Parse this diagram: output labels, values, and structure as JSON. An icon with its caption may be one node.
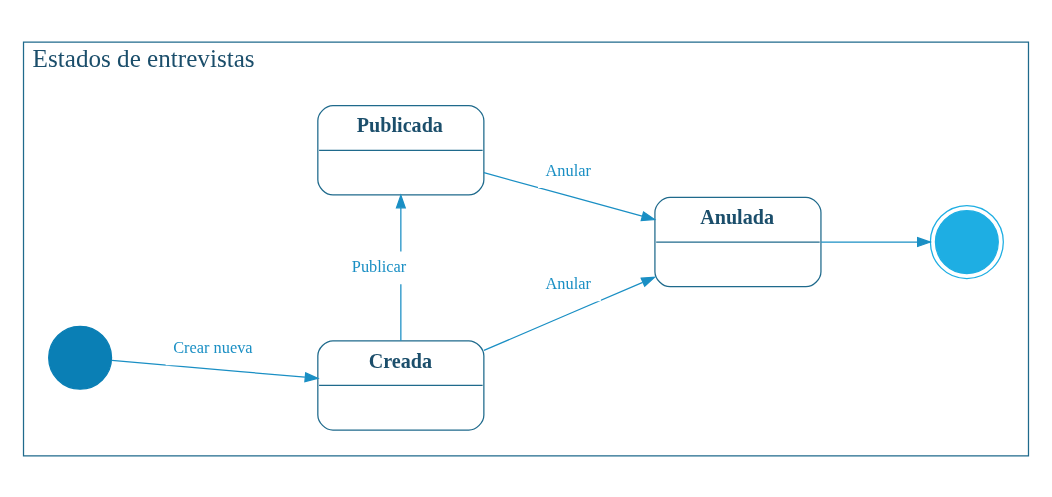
{
  "diagram": {
    "nodes": [
      {
        "text": [
          "Estados de entrevistas"
        ]
      },
      {
        "text": [],
        "shape": "circle",
        "in": 0
      },
      {
        "text": [
          "Creada"
        ],
        "in": 0
      },
      {
        "text": [
          "Anulada"
        ],
        "in": 0
      },
      {
        "text": [
          "Publicada"
        ],
        "in": 0
      },
      {
        "text": [],
        "shape": "circle",
        "in": 0
      }
    ],
    "edges": [
      {
        "from": 1,
        "to": 2,
        "arrow": "to",
        "label": "Crear nueva"
      },
      {
        "from": 2,
        "to": 3,
        "arrow": "to",
        "label": "Anular"
      },
      {
        "from": 2,
        "to": 4,
        "arrow": "to",
        "label": "Publicar"
      },
      {
        "from": 4,
        "to": 3,
        "arrow": "to",
        "label": "Anular"
      },
      {
        "from": 3,
        "to": 5,
        "arrow": "to"
      }
    ]
  }
}
